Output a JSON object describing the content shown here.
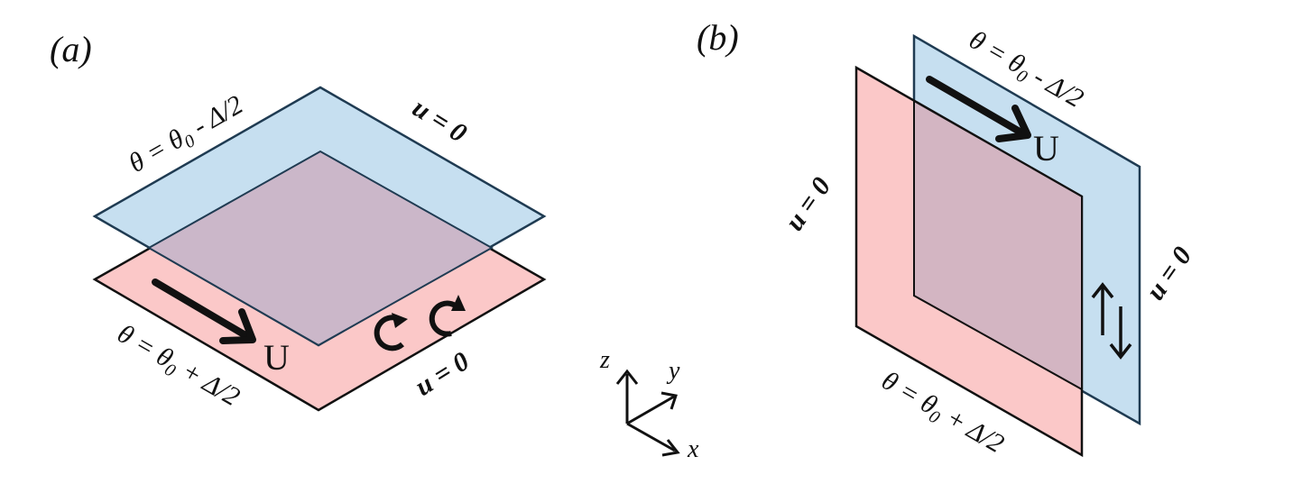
{
  "panels": {
    "a": {
      "label": "(a)",
      "top_eq": "θ = θ0 - Δ/2",
      "bottom_eq": "θ = θ0 + Δ/2",
      "u_top": "u = 0",
      "u_bottom": "u = 0",
      "velocity": "U"
    },
    "b": {
      "label": "(b)",
      "top_eq": "θ = θ0 - Δ/2",
      "bottom_eq": "θ = θ0 + Δ/2",
      "u_left": "u = 0",
      "u_right": "u = 0",
      "velocity": "U"
    }
  },
  "axes": {
    "z": "z",
    "y": "y",
    "x": "x"
  },
  "colors": {
    "cold_plate": "#c6dff0",
    "hot_plate": "#fbc8c8",
    "overlap": "#cbb7c9",
    "stroke": "#111111",
    "cold_stroke": "#1f3b52"
  }
}
